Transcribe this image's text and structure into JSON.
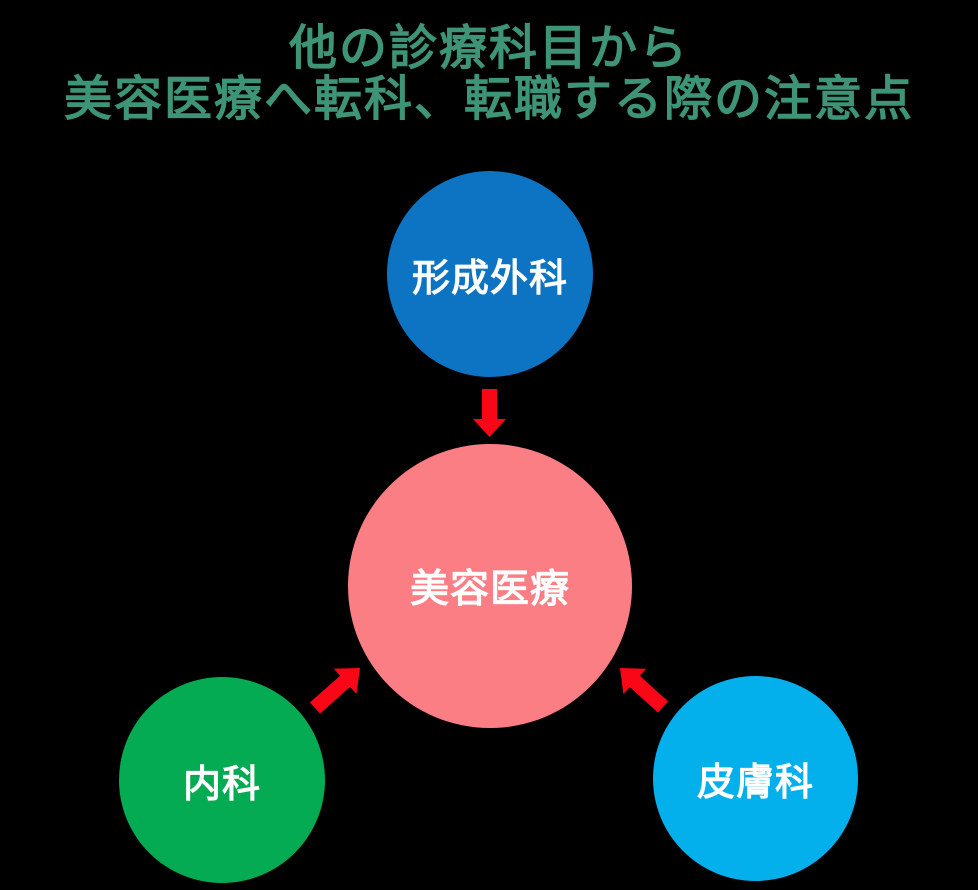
{
  "title": {
    "line1": "他の診療科目から",
    "line2": "美容医療へ転科、転職する際の注意点",
    "color": "#3D9477"
  },
  "diagram": {
    "background_color": "#000000",
    "arrow_color": "#F90716",
    "center_node": {
      "label": "美容医療",
      "color": "#FB7E85",
      "text_color": "#FFFFFF"
    },
    "source_nodes": [
      {
        "id": "plastic-surgery",
        "label": "形成外科",
        "color": "#0C74C2",
        "text_color": "#FFFFFF"
      },
      {
        "id": "internal-medicine",
        "label": "内科",
        "color": "#04AB53",
        "text_color": "#FFFFFF"
      },
      {
        "id": "dermatology",
        "label": "皮膚科",
        "color": "#04B0EC",
        "text_color": "#FFFFFF"
      }
    ]
  }
}
